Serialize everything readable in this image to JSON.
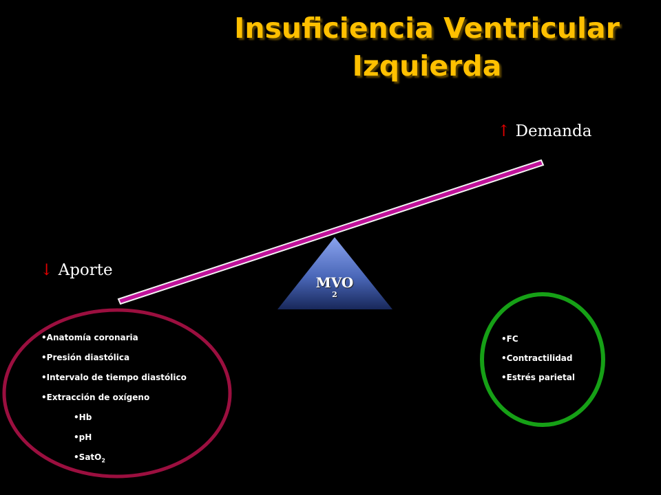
{
  "title": {
    "line1": "Insuficiencia Ventricular",
    "line2": "Izquierda"
  },
  "demanda": {
    "arrow": "↑",
    "label": "Demanda"
  },
  "aporte": {
    "arrow": "↓",
    "label": "Aporte"
  },
  "fulcrum": {
    "label": "MVO",
    "subscript": "2"
  },
  "supply_factors": [
    "Anatomía coronaria",
    "Presión diastólica",
    "Intervalo de tiempo diastólico",
    "Extracción de oxígeno"
  ],
  "oxygen_subfactors": {
    "hb": "Hb",
    "ph": "pH",
    "sato2_main": "SatO",
    "sato2_sub": "2"
  },
  "demand_factors": [
    "FC",
    "Contractilidad",
    "Estrés parietal"
  ],
  "colors": {
    "title": "#ffc000",
    "arrow": "#e00000",
    "beam": "#c0129a",
    "supply_ellipse": "#9b0f3f",
    "demand_ellipse": "#16a016",
    "fulcrum_top": "#7f98e6",
    "fulcrum_bottom": "#1a2b5e"
  }
}
